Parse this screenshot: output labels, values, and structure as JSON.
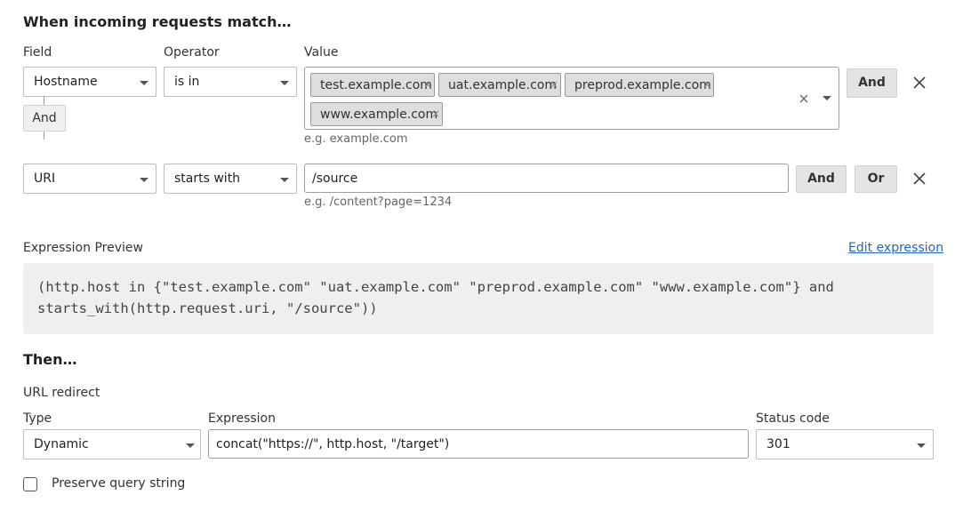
{
  "section_when": "When incoming requests match…",
  "columns": {
    "field": "Field",
    "operator": "Operator",
    "value": "Value"
  },
  "rule1": {
    "field": "Hostname",
    "operator": "is in",
    "tags": [
      "test.example.com",
      "uat.example.com",
      "preprod.example.com",
      "www.example.com"
    ],
    "tag_remove": "×",
    "hint": "e.g. example.com",
    "and_label": "And"
  },
  "connector": "And",
  "rule2": {
    "field": "URI",
    "operator": "starts with",
    "value": "/source",
    "hint": "e.g. /content?page=1234",
    "and_label": "And",
    "or_label": "Or"
  },
  "preview": {
    "label": "Expression Preview",
    "edit_link": "Edit expression",
    "line1": "(http.host in {\"test.example.com\" \"uat.example.com\" \"preprod.example.com\" \"www.example.com\"} and",
    "line2": "starts_with(http.request.uri, \"/source\"))"
  },
  "section_then": "Then…",
  "action": {
    "label": "URL redirect",
    "type_label": "Type",
    "type_value": "Dynamic",
    "expression_label": "Expression",
    "expression_value": "concat(\"https://\", http.host, \"/target\")",
    "status_label": "Status code",
    "status_value": "301",
    "preserve_label": "Preserve query string"
  },
  "icons": {
    "remove_condition": "close-icon",
    "dropdown": "chevron-down-icon",
    "clear": "close-icon"
  }
}
